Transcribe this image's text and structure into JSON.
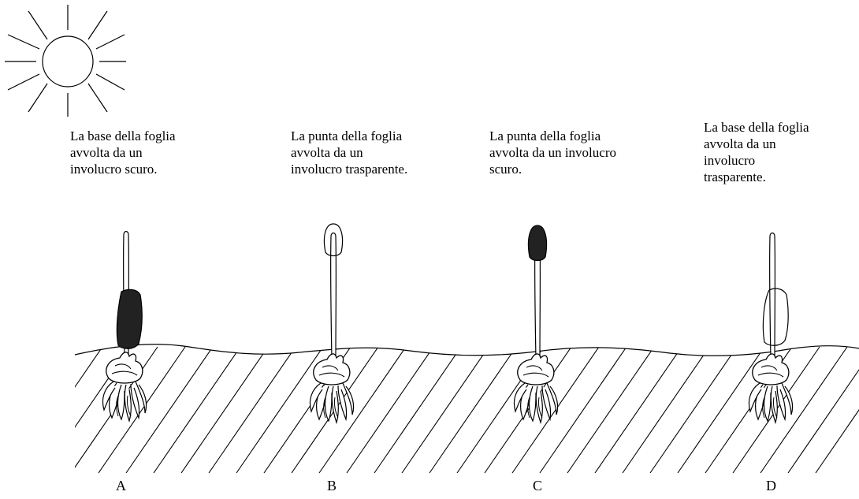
{
  "captions": {
    "a": "La base della foglia\navvolta da un\ninvolucro scuro.",
    "b": "La punta della foglia\navvolta da un\ninvolucro trasparente.",
    "c": "La punta della foglia\navvolta da un involucro\nscuro.",
    "d": "La base della foglia\navvolta da un\ninvolucro\ntrasparente."
  },
  "letters": {
    "a": "A",
    "b": "B",
    "c": "C",
    "d": "D"
  },
  "colors": {
    "stroke": "#000000",
    "dark_wrap": "#222222",
    "background": "#ffffff"
  },
  "icons": {
    "sun": "sun-icon",
    "soil": "hatched-soil",
    "plant": "seedling-with-bulb"
  }
}
